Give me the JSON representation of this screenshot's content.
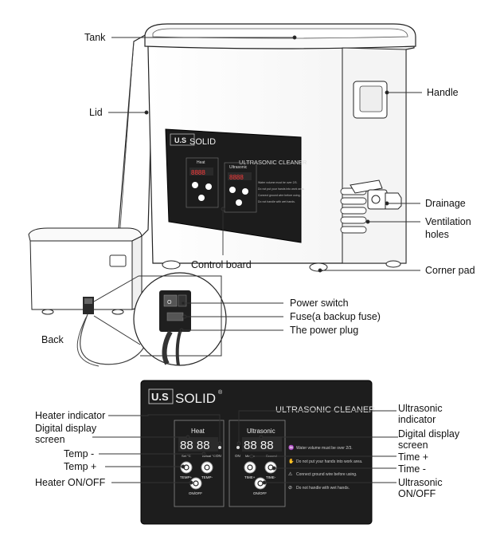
{
  "callouts": {
    "tank": "Tank",
    "lid": "Lid",
    "handle": "Handle",
    "drainage": "Drainage",
    "ventilation_line1": "Ventilation",
    "ventilation_line2": "holes",
    "control_board": "Control board",
    "corner_pad": "Corner pad",
    "back": "Back",
    "power_switch": "Power switch",
    "fuse": "Fuse(a backup fuse)",
    "power_plug": "The power plug",
    "heater_indicator": "Heater indicator",
    "digital_display_left_1": "Digital display",
    "digital_display_left_2": "screen",
    "temp_minus": "Temp  -",
    "temp_plus": "Temp  +",
    "heater_onoff": "Heater ON/OFF",
    "ultrasonic_indicator_1": "Ultrasonic",
    "ultrasonic_indicator_2": "indicator",
    "digital_display_right_1": "Digital display",
    "digital_display_right_2": "screen",
    "time_plus": "Time +",
    "time_minus": "Time -",
    "ultrasonic_onoff_1": "Ultrasonic",
    "ultrasonic_onoff_2": "ON/OFF"
  },
  "panel": {
    "brand_us": "U.S",
    "brand_solid": "SOLID",
    "brand_reg": "®",
    "product": "ULTRASONIC CLEANER",
    "heat_title": "Heat",
    "heat_digits": "88 88",
    "heat_set": "Set  °C",
    "heat_actual": "Actual °C",
    "btn_temp_plus": "TEMP+",
    "btn_temp": "TEMP-",
    "btn_onoff_left": "ON/OFF",
    "on_left": "ON",
    "ultra_title": "Ultrasonic",
    "ultra_digits": "88 88",
    "ultra_minute": "Minute",
    "ultra_second": "Second",
    "btn_time_plus": "TIME+",
    "btn_time_minus": "TIME-",
    "btn_onoff_right": "ON/OFF",
    "on_right": "ON",
    "warnings": [
      "Water volume must be over 2/3.",
      "Do not put your hands into work area.",
      "Connect ground wire before using.",
      "Do not handle with wet hands."
    ]
  }
}
